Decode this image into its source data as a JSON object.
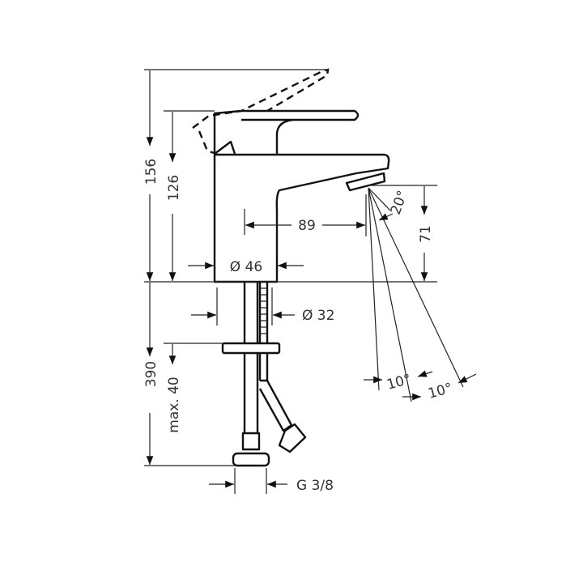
{
  "dimensions": {
    "overall_height": "156",
    "lever_height": "126",
    "spout_reach": "89",
    "body_diameter": "Ø 46",
    "shank_diameter": "Ø 32",
    "spout_height": "71",
    "spray_angle": "20°",
    "supply_length": "390",
    "max_counter_thickness": "max. 40",
    "spray_angle_a": "10°",
    "spray_angle_b": "10°",
    "thread": "G 3/8"
  }
}
